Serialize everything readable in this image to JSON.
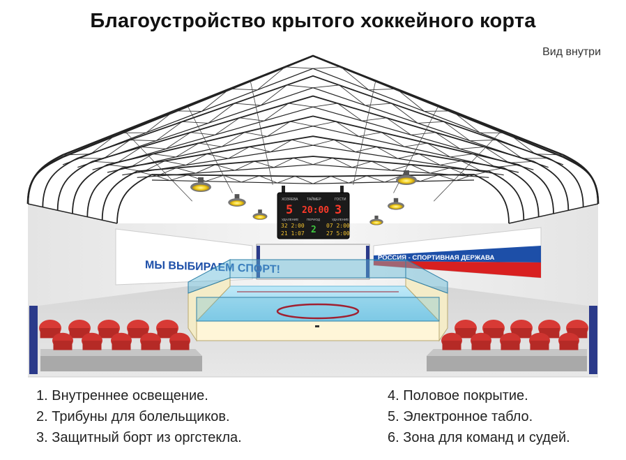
{
  "title": "Благоустройство крытого хоккейного корта",
  "subtitle": "Вид внутри",
  "banners": {
    "left": "МЫ ВЫБИРАЕМ СПОРТ!",
    "right": "РОССИЯ - СПОРТИВНАЯ ДЕРЖАВА"
  },
  "scoreboard": {
    "home_label": "ХОЗЯЕВА",
    "timer_label": "ТАЙМЕР",
    "guest_label": "ГОСТИ",
    "home_score": "5",
    "timer": "20:00",
    "guest_score": "3",
    "penalty_left_label": "УДАЛЕНИЕ",
    "period_label": "ПЕРИОД",
    "penalty_right_label": "УДАЛЕНИЕ",
    "left_row1": "32 2:00",
    "left_row2": "21 1:07",
    "period": "2",
    "right_row1": "07 2:00",
    "right_row2": "27 5:00"
  },
  "legend": {
    "left": [
      "1. Внутреннее освещение.",
      "2. Трибуны для болельщиков.",
      "3. Защитный борт из оргстекла."
    ],
    "right": [
      "4. Половое покрытие.",
      "5. Электронное табло.",
      "6. Зона для команд и судей."
    ]
  },
  "colors": {
    "seat": "#d83a35",
    "ice": "#8fd6f0",
    "glass": "#5fb8d8",
    "side_wall": "#2b3a8a",
    "banner_red": "#d82020",
    "banner_blue": "#1d4fa8",
    "scoreboard_bg": "#1a1a1a",
    "score_red": "#ff3a2a",
    "score_yellow": "#f2c12e",
    "score_green": "#3ec43e",
    "light_yellow": "#f4d020"
  }
}
